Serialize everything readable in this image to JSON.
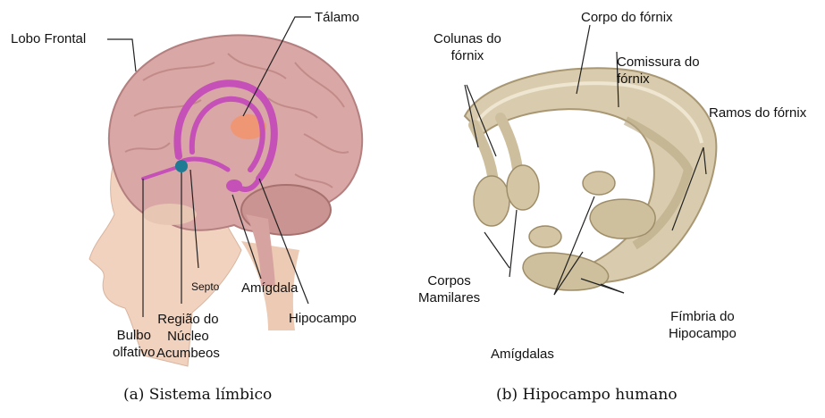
{
  "figure": {
    "panel_a": {
      "labels": {
        "lobo_frontal": "Lobo Frontal",
        "talamo": "Tálamo",
        "septo": "Septo",
        "amigdala": "Amígdala",
        "hipocampo": "Hipocampo",
        "bulbo_olfativo": "Bulbo\nolfativo",
        "regiao_nucleo": "Região do\nNúcleo\nAcumbeos"
      },
      "caption": "(a) Sistema límbico"
    },
    "panel_b": {
      "labels": {
        "colunas_fornix": "Colunas do\nfórnix",
        "corpo_fornix": "Corpo do fórnix",
        "comissura_fornix": "Comissura do\nfórnix",
        "ramos_fornix": "Ramos do fórnix",
        "corpos_mamilares": "Corpos\nMamilares",
        "fimbria_hipocampo": "Fímbria do\nHipocampo",
        "amigdalas": "Amígdalas"
      },
      "caption": "(b) Hipocampo humano"
    }
  }
}
